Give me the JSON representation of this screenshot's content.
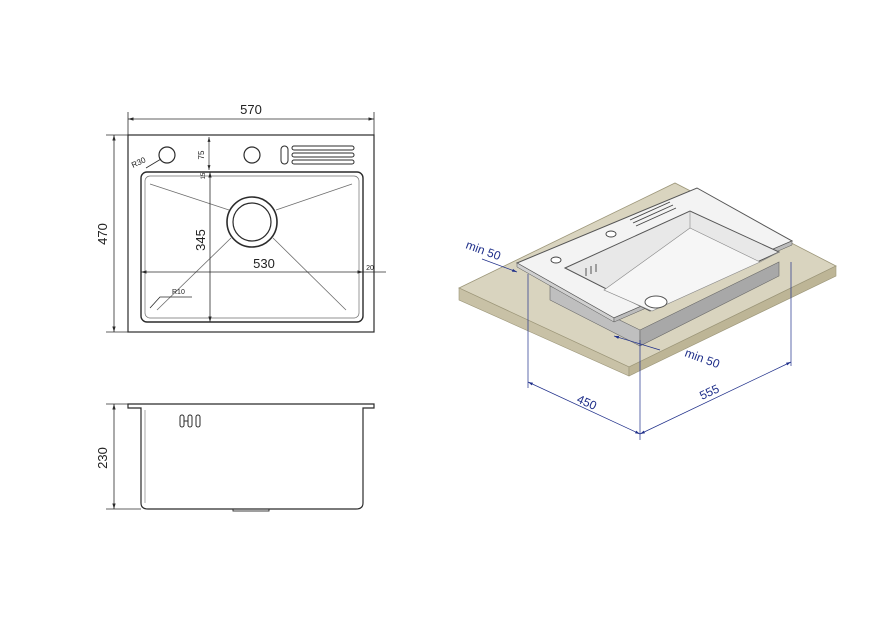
{
  "top_view": {
    "width_label": "570",
    "height_label": "470",
    "inner_width_label": "530",
    "inner_depth_label": "345",
    "hole_offset_label": "75",
    "gap_label": "15",
    "side_label": "20",
    "corner_radius_label": "R30",
    "bowl_radius_label": "R10"
  },
  "side_view": {
    "depth_label": "230"
  },
  "iso_view": {
    "min_left_label": "min 50",
    "min_front_label": "min 50",
    "cut_depth_label": "450",
    "cut_width_label": "555"
  },
  "colors": {
    "line": "#2b2b2b",
    "countertop": "#d9d4bf",
    "countertop_side": "#c8c1a6",
    "dimension_blue": "#1f2f8a"
  }
}
